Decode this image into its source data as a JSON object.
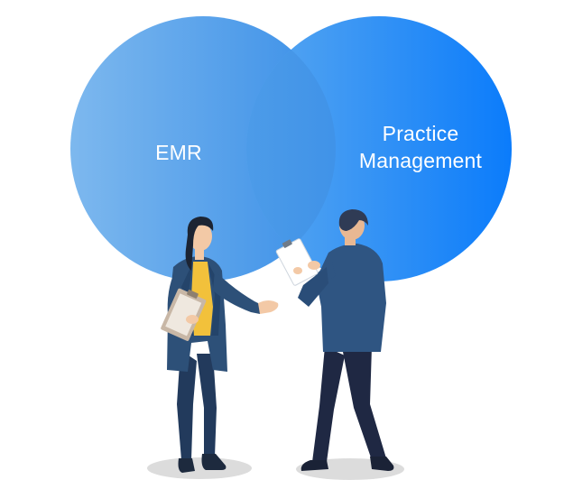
{
  "venn": {
    "left_circle": {
      "label": "EMR",
      "color_light": "#7cb5ec",
      "color_dark": "#3b8fe6"
    },
    "right_circle": {
      "label_line1": "Practice",
      "label_line2": "Management",
      "color_light": "#5aa6ee",
      "color_dark": "#0f7dfa"
    },
    "overlap_color": "#2e86e0"
  },
  "figures": {
    "woman": {
      "jacket_color": "#2d5078",
      "shirt_color": "#f2c13b",
      "pants_color": "#223a5c",
      "clipboard_color": "#c9b8a8",
      "hair_color": "#1c2433"
    },
    "man": {
      "jacket_color": "#2f5582",
      "pants_color": "#1f2843",
      "hair_color": "#2f3b55",
      "clipboard_color": "#ffffff"
    },
    "shadow_color": "#dadada"
  }
}
